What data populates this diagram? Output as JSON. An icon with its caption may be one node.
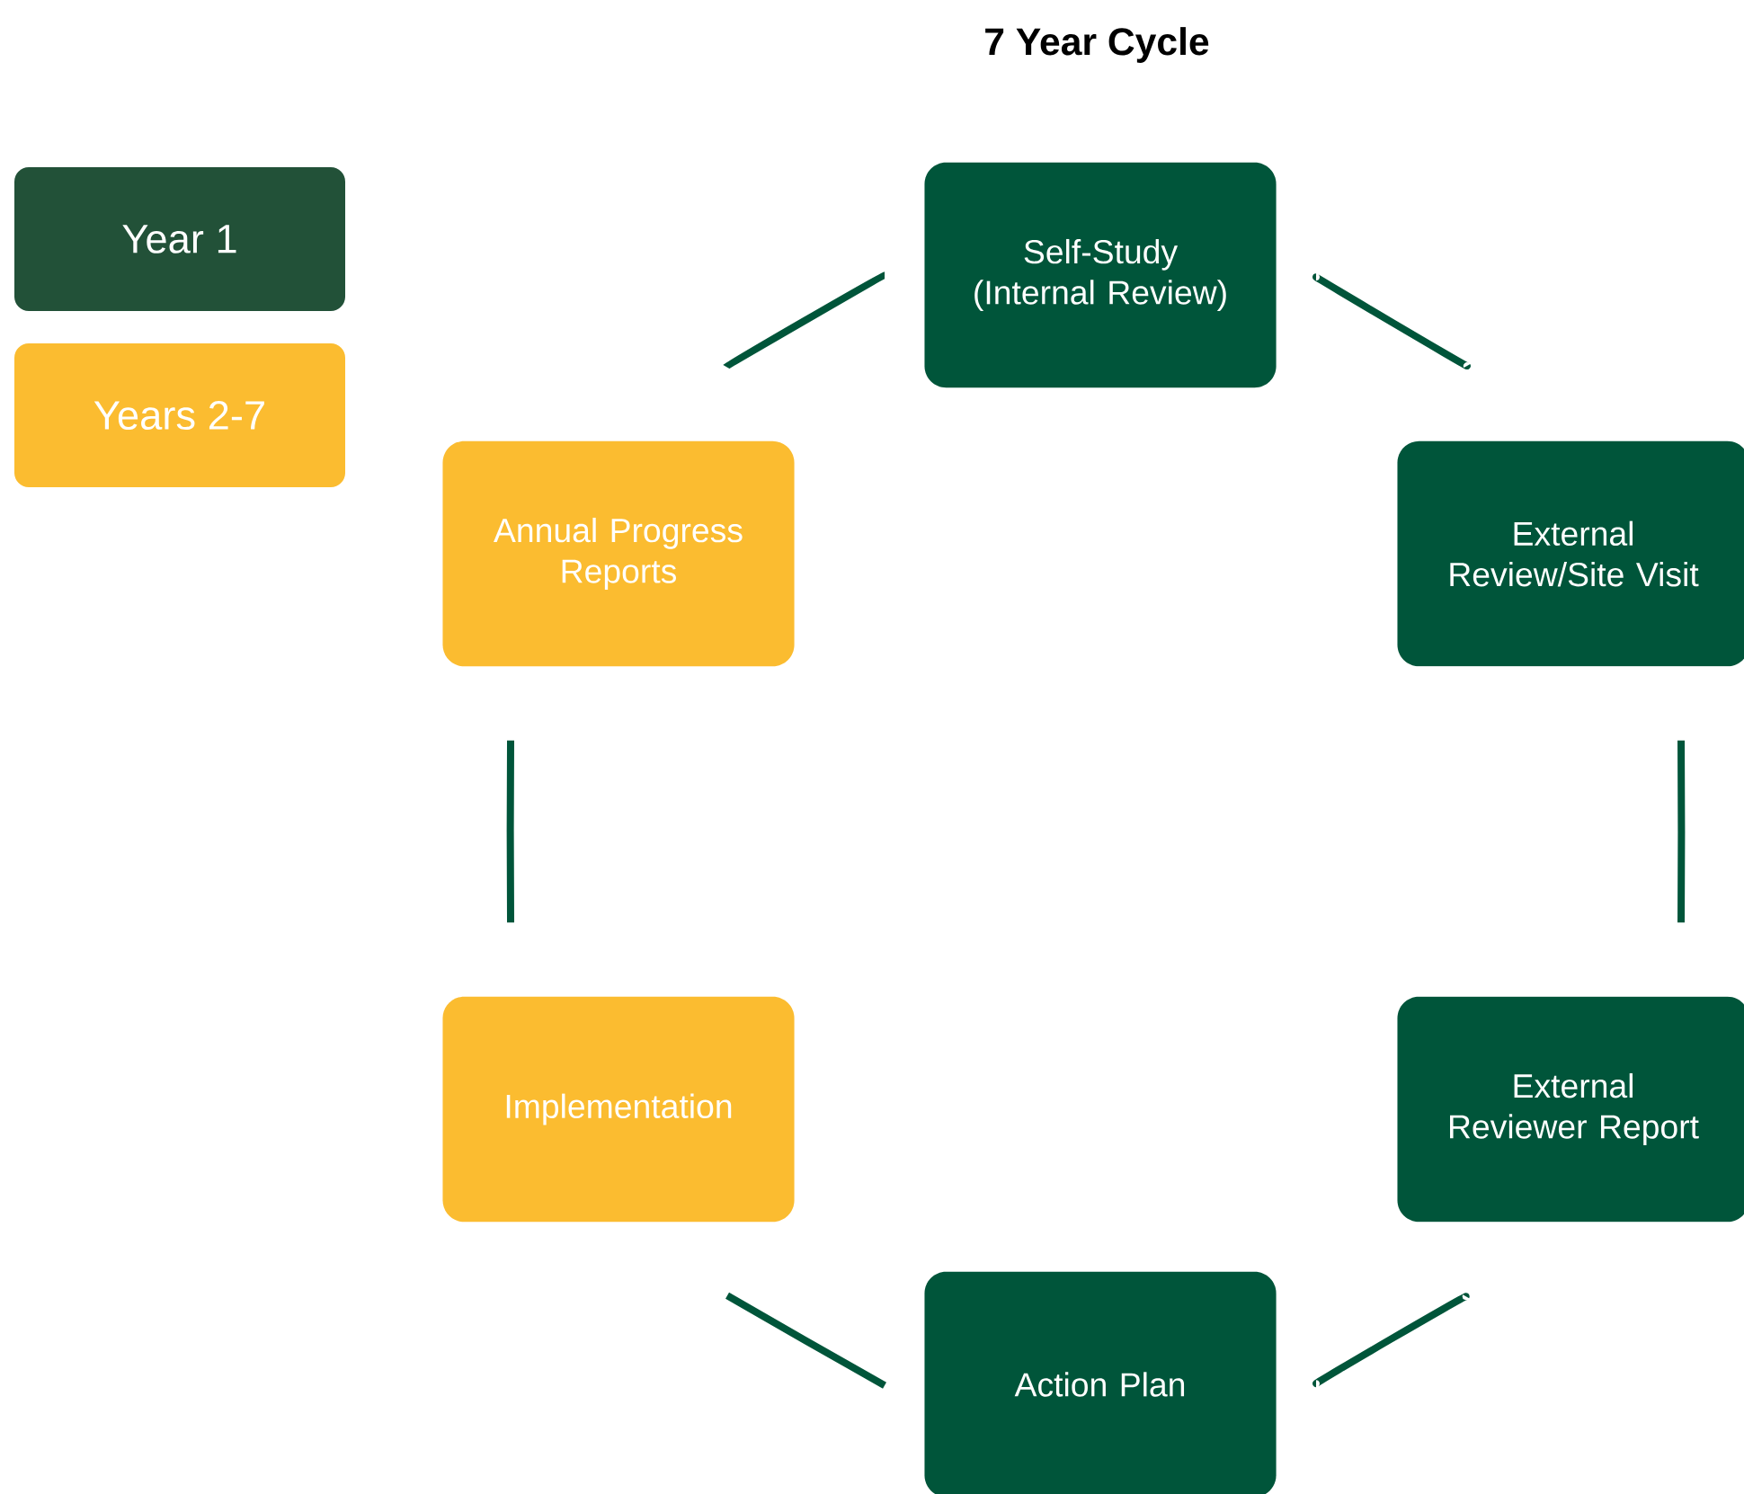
{
  "diagram": {
    "title": "7 Year Cycle",
    "nodes": [
      {
        "text": [
          "Self-Study (Internal Review)"
        ]
      },
      {
        "text": [
          "External Review/Site Visit"
        ]
      },
      {
        "text": [
          "External Reviewer Report"
        ]
      },
      {
        "text": [
          "Action Plan"
        ]
      },
      {
        "text": [
          "Implementation"
        ]
      },
      {
        "text": [
          "Annual Progress Reports"
        ]
      }
    ],
    "edges": [
      {
        "from": 0,
        "to": 1,
        "arrow": "none"
      },
      {
        "from": 1,
        "to": 2,
        "arrow": "none"
      },
      {
        "from": 2,
        "to": 3,
        "arrow": "none"
      },
      {
        "from": 3,
        "to": 4,
        "arrow": "none"
      },
      {
        "from": 4,
        "to": 5,
        "arrow": "none"
      },
      {
        "from": 5,
        "to": 0,
        "arrow": "none"
      }
    ],
    "legend": [
      {
        "text": "Year  1",
        "color": "#225138"
      },
      {
        "text": "Years 2-7",
        "color": "#fbbc30"
      }
    ]
  }
}
